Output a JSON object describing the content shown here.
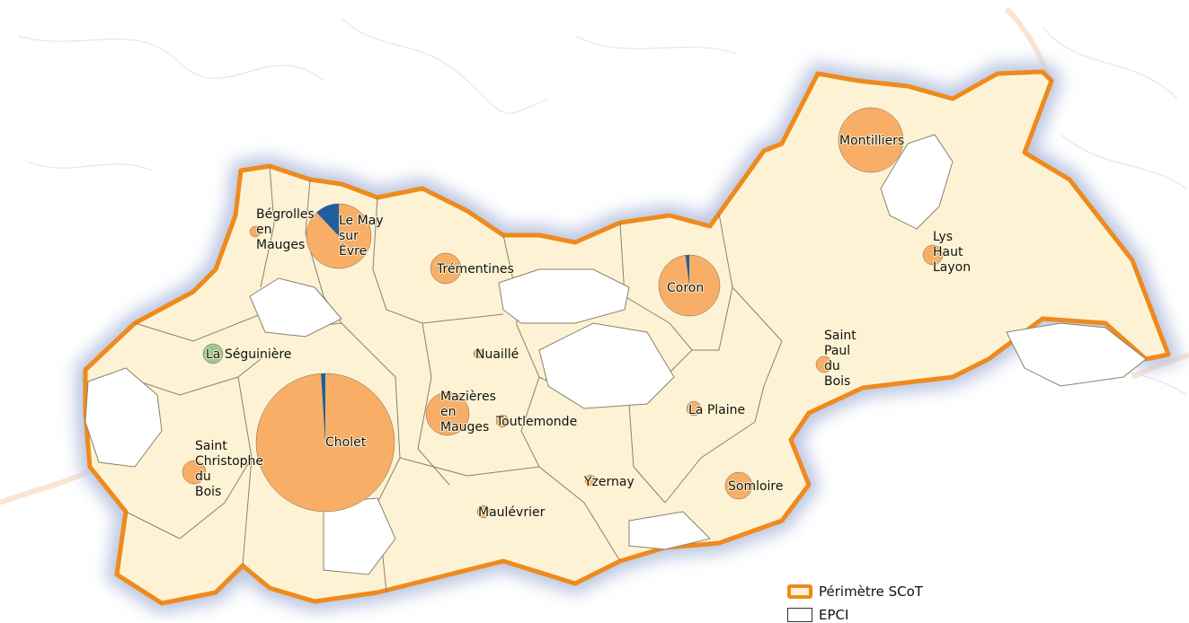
{
  "map": {
    "colors": {
      "territory_fill": "#fdf3d4",
      "scot_border": "#ef8a1c",
      "excluded_fill": "#ffffff",
      "commune_border": "#8a8070",
      "pie_main": "#f8ae66",
      "pie_secondary": "#1f5f9e",
      "pie_green": "#9cc78c"
    },
    "communes": [
      {
        "id": "montilliers",
        "lines": [
          "Montilliers"
        ],
        "share_secondary": 0,
        "main_color": "#f8ae66"
      },
      {
        "id": "lys-haut-layon",
        "lines": [
          "Lys",
          "Haut",
          "Layon"
        ],
        "share_secondary": 0,
        "main_color": "#f8ae66"
      },
      {
        "id": "coron",
        "lines": [
          "Coron"
        ],
        "share_secondary": 0.02,
        "main_color": "#f8ae66"
      },
      {
        "id": "begrolles-en-mauges",
        "lines": [
          "Bégrolles",
          "en",
          "Mauges"
        ],
        "share_secondary": 0,
        "main_color": "#f8ae66"
      },
      {
        "id": "le-may-sur-evre",
        "lines": [
          "Le May",
          "sur",
          "Èvre"
        ],
        "share_secondary": 0.12,
        "main_color": "#f8ae66"
      },
      {
        "id": "trementines",
        "lines": [
          "Trémentines"
        ],
        "share_secondary": 0,
        "main_color": "#f8ae66"
      },
      {
        "id": "la-seguiniere",
        "lines": [
          "La Séguinière"
        ],
        "share_secondary": 0,
        "main_color": "#9cc78c"
      },
      {
        "id": "nuaille",
        "lines": [
          "Nuaillé"
        ],
        "share_secondary": 0,
        "main_color": "#f8ae66"
      },
      {
        "id": "mazieres-en-mauges",
        "lines": [
          "Mazières",
          "en",
          "Mauges"
        ],
        "share_secondary": 0,
        "main_color": "#f8ae66"
      },
      {
        "id": "toutlemonde",
        "lines": [
          "Toutlemonde"
        ],
        "share_secondary": 0,
        "main_color": "#f8ae66"
      },
      {
        "id": "cholet",
        "lines": [
          "Cholet"
        ],
        "share_secondary": 0.01,
        "main_color": "#f8ae66"
      },
      {
        "id": "saint-christophe-du-bois",
        "lines": [
          "Saint",
          "Christophe",
          "du",
          "Bois"
        ],
        "share_secondary": 0,
        "main_color": "#f8ae66"
      },
      {
        "id": "saint-paul-du-bois",
        "lines": [
          "Saint",
          "Paul",
          "du",
          "Bois"
        ],
        "share_secondary": 0,
        "main_color": "#f8ae66"
      },
      {
        "id": "la-plaine",
        "lines": [
          "La Plaine"
        ],
        "share_secondary": 0,
        "main_color": "#f8ae66"
      },
      {
        "id": "yzernay",
        "lines": [
          "Yzernay"
        ],
        "share_secondary": 0,
        "main_color": "#f8ae66"
      },
      {
        "id": "somloire",
        "lines": [
          "Somloire"
        ],
        "share_secondary": 0,
        "main_color": "#f8ae66"
      },
      {
        "id": "maulevrier",
        "lines": [
          "Maulévrier"
        ],
        "share_secondary": 0,
        "main_color": "#f8ae66"
      }
    ]
  },
  "legend": {
    "scot_label": "Périmètre SCoT",
    "epci_label": "EPCI"
  }
}
